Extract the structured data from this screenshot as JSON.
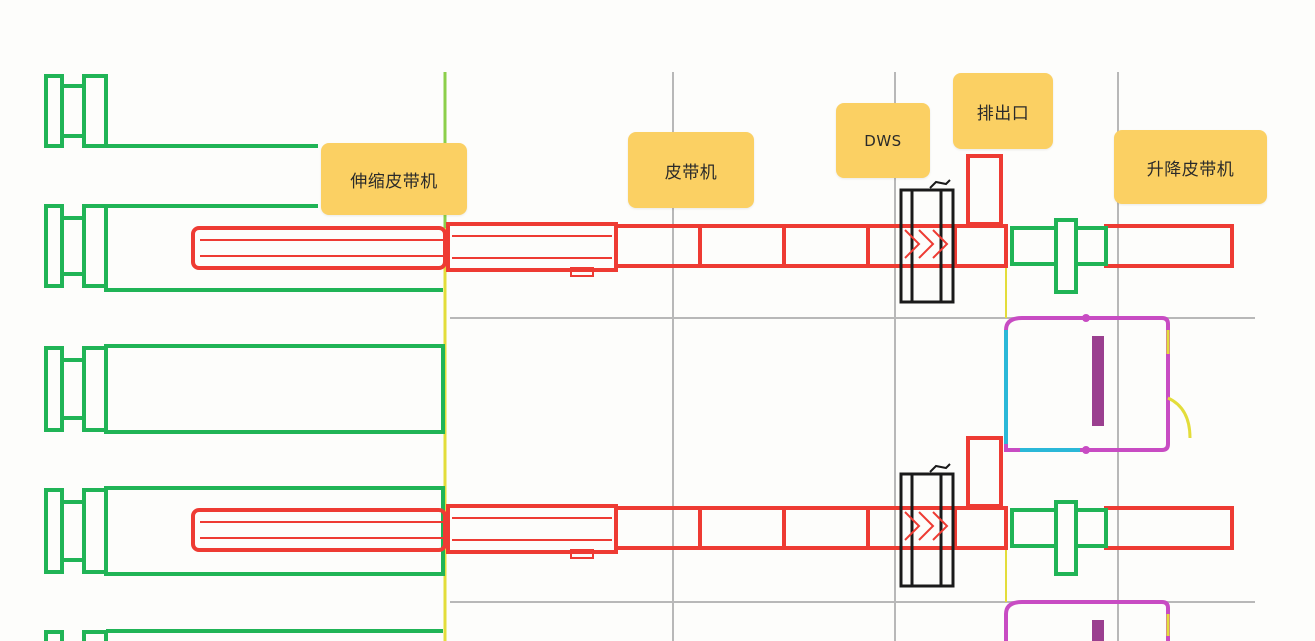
{
  "diagram": {
    "labels": {
      "telescopic_conveyor": "伸缩皮带机",
      "belt_conveyor": "皮带机",
      "dws": "DWS",
      "discharge_port": "排出口",
      "lifting_conveyor": "升降皮带机"
    },
    "colors": {
      "dock": "#20b456",
      "conveyor": "#ee3b33",
      "grid": "#b8b8b8",
      "scanner": "#1a1a1a",
      "yellow_line": "#e3dd3a",
      "magenta": "#c84cc3",
      "cyan": "#2bb8d8",
      "purple": "#9a3f8f",
      "callout": "#fbd063"
    }
  }
}
